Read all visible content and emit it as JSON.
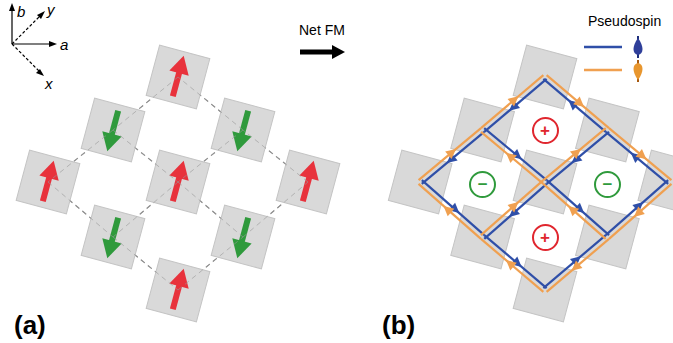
{
  "diagram": {
    "nodes": [
      {
        "text": [
          "+"
        ]
      },
      {
        "text": [
          "−"
        ]
      },
      {
        "text": [
          "−"
        ]
      },
      {
        "text": [
          "+"
        ]
      }
    ],
    "labels": [
      "b",
      "y",
      "a",
      "x",
      "Net FM",
      "Pseudospin",
      "(a)",
      "(b)"
    ]
  }
}
